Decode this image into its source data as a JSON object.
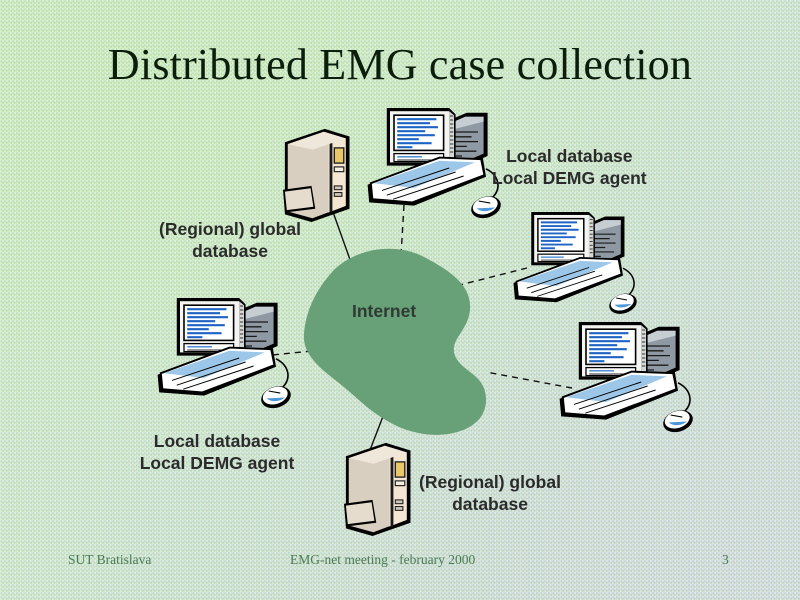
{
  "slide": {
    "title": "Distributed EMG case collection",
    "background_color": "#c9e3c3",
    "cloud": {
      "label": "Internet",
      "fill_color": "#68a077",
      "text_color": "#2f3a33"
    },
    "labels": [
      {
        "id": "local-db-top-right",
        "lines": "Local database\nLocal DEMG agent",
        "line1": "Local database",
        "line2": "Local DEMG agent"
      },
      {
        "id": "regional-global-left",
        "lines": "(Regional) global\ndatabase",
        "line1": "(Regional) global",
        "line2": "database"
      },
      {
        "id": "local-db-bottom-left",
        "lines": "Local database\nLocal DEMG agent",
        "line1": "Local database",
        "line2": "Local DEMG agent"
      },
      {
        "id": "regional-global-bottom",
        "lines": "(Regional) global\ndatabase",
        "line1": "(Regional) global",
        "line2": "database"
      }
    ],
    "label_text": {
      "local_db_top_l1": "Local database",
      "local_db_top_l2": "Local DEMG agent",
      "regional_left_l1": "(Regional) global",
      "regional_left_l2": "database",
      "local_db_bottom_l1": "Local database",
      "local_db_bottom_l2": "Local DEMG agent",
      "regional_bottom_l1": "(Regional) global",
      "regional_bottom_l2": "database"
    },
    "nodes": [
      {
        "id": "server-tower-top",
        "type": "server-tower",
        "connector": "solid"
      },
      {
        "id": "workstation-top-right",
        "type": "desktop-computer",
        "connector": "dashed"
      },
      {
        "id": "workstation-right",
        "type": "desktop-computer",
        "connector": "dashed"
      },
      {
        "id": "workstation-bottom-right",
        "type": "desktop-computer",
        "connector": "dashed"
      },
      {
        "id": "workstation-left",
        "type": "desktop-computer",
        "connector": "dashed"
      },
      {
        "id": "server-tower-bottom",
        "type": "server-tower",
        "connector": "solid"
      }
    ],
    "footer": {
      "left": "SUT Bratislava",
      "center": "EMG-net meeting - february 2000",
      "page_number": "3",
      "text_color": "#4a7a55"
    }
  }
}
